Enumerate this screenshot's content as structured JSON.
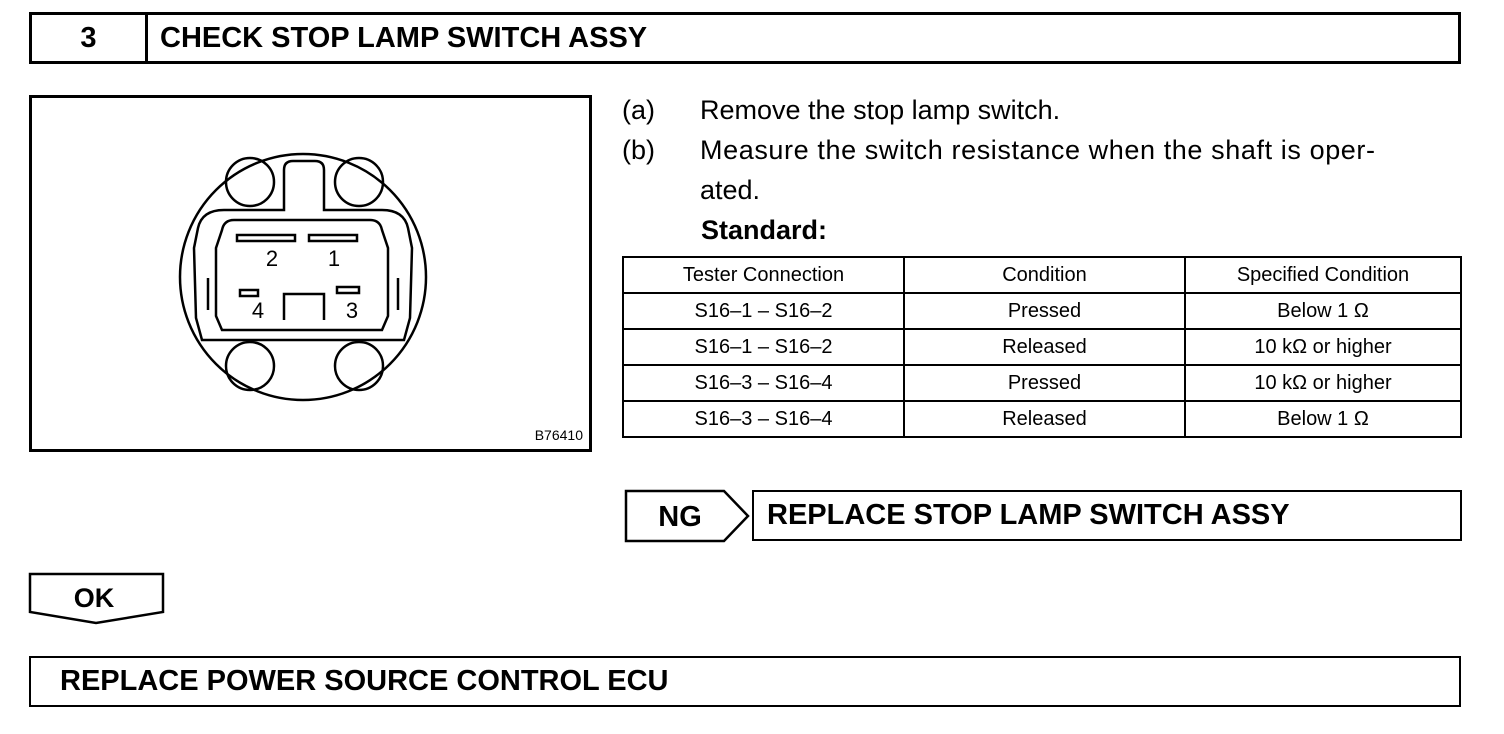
{
  "header": {
    "step_number": "3",
    "title": "CHECK STOP LAMP SWITCH ASSY"
  },
  "figure": {
    "code": "B76410",
    "terminals": [
      "2",
      "1",
      "4",
      "3"
    ]
  },
  "steps": [
    {
      "label": "(a)",
      "text_lines": [
        "Remove the stop lamp switch."
      ]
    },
    {
      "label": "(b)",
      "text_lines": [
        "Measure the switch resistance when the shaft is oper-",
        "ated."
      ]
    }
  ],
  "standard_label": "Standard:",
  "table": {
    "headers": [
      "Tester Connection",
      "Condition",
      "Specified Condition"
    ],
    "rows": [
      [
        "S16–1 – S16–2",
        "Pressed",
        "Below 1 Ω"
      ],
      [
        "S16–1 – S16–2",
        "Released",
        "10 kΩ or higher"
      ],
      [
        "S16–3 – S16–4",
        "Pressed",
        "10 kΩ or higher"
      ],
      [
        "S16–3 – S16–4",
        "Released",
        "Below 1 Ω"
      ]
    ]
  },
  "ng": {
    "label": "NG",
    "action": "REPLACE STOP LAMP SWITCH ASSY"
  },
  "ok": {
    "label": "OK",
    "action": "REPLACE POWER SOURCE CONTROL ECU"
  }
}
